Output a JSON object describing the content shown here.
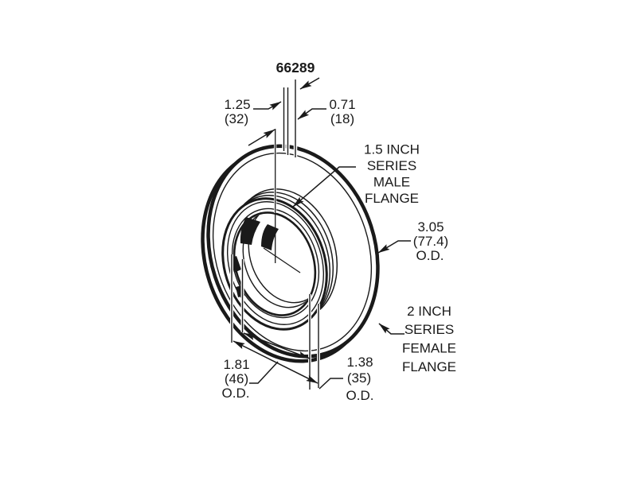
{
  "drawing": {
    "part_number": "66289",
    "dimensions": {
      "overall_length": {
        "inches": "1.25",
        "mm": "(32)"
      },
      "male_end_length": {
        "inches": "0.71",
        "mm": "(18)"
      },
      "flange_od": {
        "inches": "3.05",
        "mm": "(77.4)",
        "suffix": "O.D."
      },
      "male_od": {
        "inches": "1.81",
        "mm": "(46)",
        "suffix": "O.D."
      },
      "bore_od": {
        "inches": "1.38",
        "mm": "(35)",
        "suffix": "O.D."
      }
    },
    "labels": {
      "male_flange": {
        "line1": "1.5 INCH",
        "line2": "SERIES",
        "line3": "MALE",
        "line4": "FLANGE"
      },
      "female_flange": {
        "line1": "2 INCH",
        "line2": "SERIES",
        "line3": "FEMALE",
        "line4": "FLANGE"
      }
    },
    "colors": {
      "line": "#1a1a1a",
      "background": "#ffffff"
    }
  }
}
